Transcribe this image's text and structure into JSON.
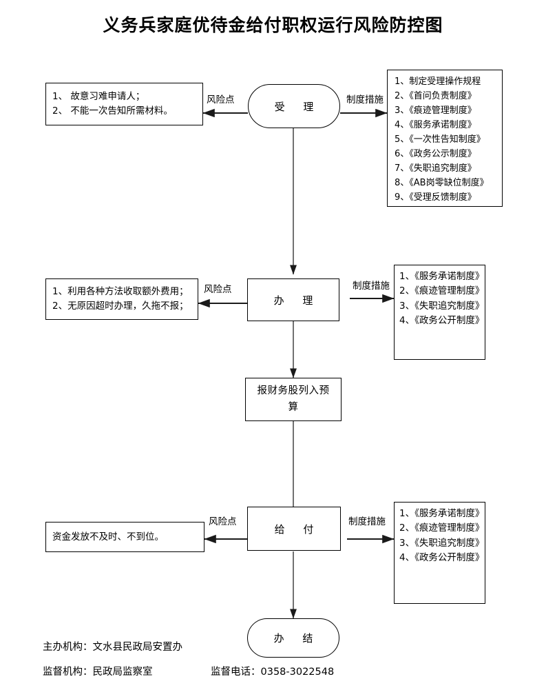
{
  "title": "义务兵家庭优待金给付职权运行风险防控图",
  "edge_labels": {
    "risk": "风险点",
    "measures": "制度措施"
  },
  "stages": [
    {
      "key": "accept",
      "node_label": "受 理",
      "shape": "stadium",
      "risks": [
        "1、  故意习难申请人；",
        "2、  不能一次告知所需材料。"
      ],
      "measures": [
        "1、制定受理操作规程",
        "2、《首问负责制度》",
        "3、《痕迹管理制度》",
        "4、《服务承诺制度》",
        "5、《一次性告知制度》",
        "6、《政务公示制度》",
        "7、《失职追究制度》",
        "8、《AB岗零缺位制度》",
        "9、《受理反馈制度》"
      ]
    },
    {
      "key": "process",
      "node_label": "办 理",
      "shape": "rect",
      "risks": [
        "1、利用各种方法收取额外费用；",
        "2、无原因超时办理，久拖不报；"
      ],
      "measures": [
        "1、《服务承诺制度》",
        "2、《痕迹管理制度》",
        "3、《失职追究制度》",
        "4、《政务公开制度》"
      ]
    },
    {
      "key": "budget",
      "node_label": "报财务股列入预算",
      "shape": "rect",
      "risks": [],
      "measures": []
    },
    {
      "key": "payment",
      "node_label": "给 付",
      "shape": "rect",
      "risks": [
        "资金发放不及时、不到位。"
      ],
      "measures": [
        "1、《服务承诺制度》",
        "2、《痕迹管理制度》",
        "3、《失职追究制度》",
        "4、《政务公开制度》"
      ]
    },
    {
      "key": "complete",
      "node_label": "办 结",
      "shape": "stadium",
      "risks": [],
      "measures": []
    }
  ],
  "footer": {
    "host_org": "主办机构：文水县民政局安置办",
    "supervisor_org": "监督机构：民政局监察室",
    "supervisor_phone": "监督电话：0358-3022548"
  },
  "colors": {
    "line": "#000000",
    "background": "#ffffff",
    "text": "#000000"
  }
}
